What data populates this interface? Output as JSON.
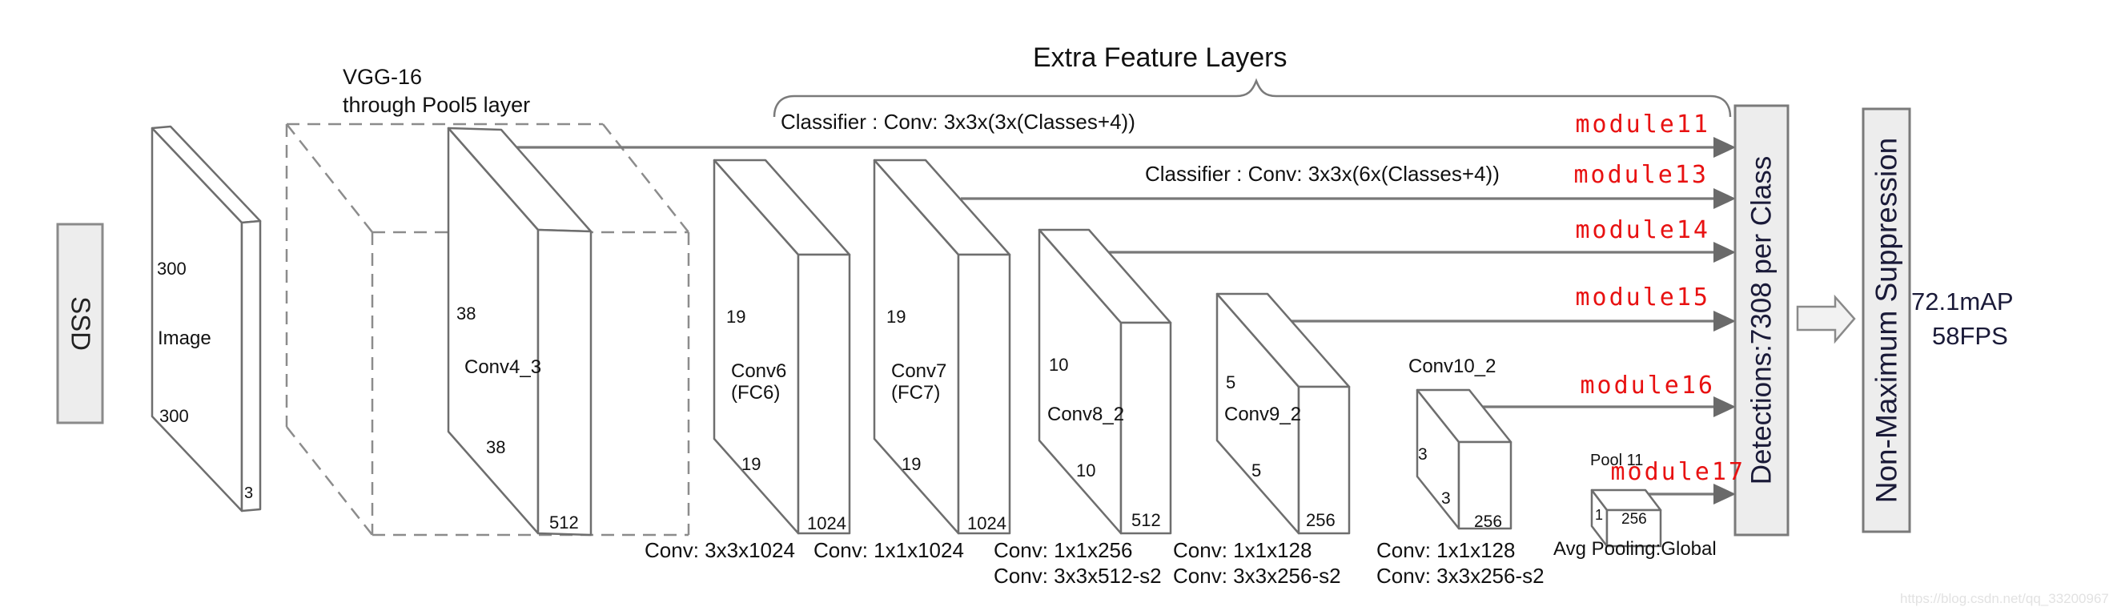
{
  "framework_label": "SSD",
  "network": {
    "vgg_label_line1": "VGG-16",
    "vgg_label_line2": "through Pool5 layer",
    "extra_feature_layers_title": "Extra Feature Layers",
    "classifier1": "Classifier : Conv: 3x3x(3x(Classes+4))",
    "classifier2": "Classifier : Conv: 3x3x(6x(Classes+4))",
    "image": {
      "name": "Image",
      "dim1": "300",
      "dim2": "300",
      "channels": "3"
    },
    "blocks": [
      {
        "name": "Conv4_3",
        "dim1": "38",
        "dim2": "38",
        "channels": "512"
      },
      {
        "name": "Conv6",
        "sub": "(FC6)",
        "dim1": "19",
        "dim2": "19",
        "channels": "1024"
      },
      {
        "name": "Conv7",
        "sub": "(FC7)",
        "dim1": "19",
        "dim2": "19",
        "channels": "1024"
      },
      {
        "name": "Conv8_2",
        "dim1": "10",
        "dim2": "10",
        "channels": "512"
      },
      {
        "name": "Conv9_2",
        "dim1": "5",
        "dim2": "5",
        "channels": "256"
      },
      {
        "name": "Conv10_2",
        "dim1": "3",
        "dim2": "3",
        "channels": "256"
      },
      {
        "name": "Pool 11",
        "dim1": "1",
        "channels": "256"
      }
    ],
    "captions_row1": [
      "Conv: 3x3x1024",
      "Conv: 1x1x1024",
      "Conv: 1x1x256",
      "Conv: 1x1x128",
      "Conv: 1x1x128",
      "Avg Pooling:Global"
    ],
    "captions_row2": [
      "Conv: 3x3x512-s2",
      "Conv: 3x3x256-s2",
      "Conv: 3x3x256-s2"
    ],
    "modules": [
      "module11",
      "module13",
      "module14",
      "module15",
      "module16",
      "module17"
    ]
  },
  "outputs": {
    "detections": "Detections:7308  per Class",
    "nms": "Non-Maximum Suppression",
    "map": "72.1mAP",
    "fps": "58FPS"
  },
  "watermark": "https://blog.csdn.net/qq_33200967",
  "colors": {
    "red": "#e81111",
    "line_gray": "#787878",
    "box_fill": "#ededed"
  }
}
